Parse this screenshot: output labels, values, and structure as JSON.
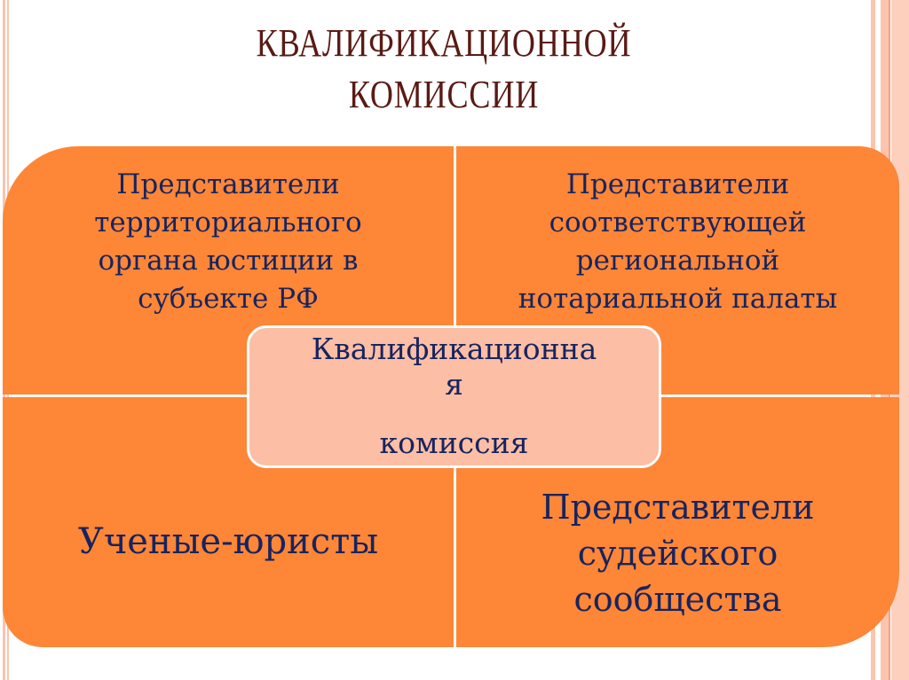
{
  "slide": {
    "title_line1": "КВАЛИФИКАЦИОННОЙ",
    "title_line2": "КОМИССИИ"
  },
  "diagram": {
    "center": {
      "line1": "Квалификационна",
      "line2": "я",
      "line3": "комиссия"
    },
    "quadrants": {
      "top_left": [
        "Представители",
        "территориального",
        "органа юстиции в",
        "субъекте РФ"
      ],
      "top_right": [
        "Представители",
        "соответствующей",
        "региональной",
        "нотариальной палаты"
      ],
      "bottom_left": [
        "Ученые-юристы"
      ],
      "bottom_right": [
        "Представители",
        "судейского",
        "сообщества"
      ]
    }
  },
  "colors": {
    "background": "#ffffff",
    "quadrant_fill": "#fd8637",
    "center_fill": "#fcbea5",
    "text": "#17245e",
    "title": "#5a1a14",
    "stripe": "#fcc4ae"
  }
}
